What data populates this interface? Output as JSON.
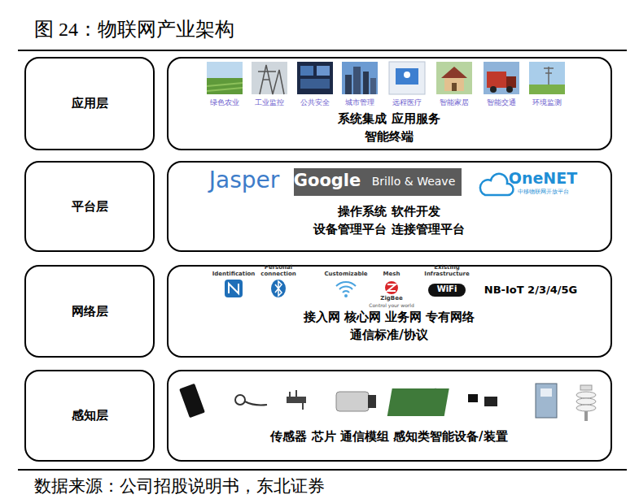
{
  "diagram": {
    "title": "图 24：物联网产业架构",
    "caption": "数据来源：公司招股说明书，东北证券",
    "nodes": [
      {
        "text": [
          "应用层"
        ]
      },
      {
        "text": [
          "绿色农业",
          "工业监控",
          "公共安全",
          "城市管理",
          "远程医疗",
          "智能家居",
          "智能交通",
          "环境监测",
          "系统集成 应用服务",
          "智能终端"
        ]
      },
      {
        "text": [
          "平台层"
        ]
      },
      {
        "text": [
          "Jasper",
          "Google",
          "Brillo & Weave",
          "OneNET",
          "中移物联网开放平台",
          "操作系统 软件开发",
          "设备管理平台 连接管理平台"
        ]
      },
      {
        "text": [
          "网络层"
        ]
      },
      {
        "text": [
          "Identification",
          "Personal connection",
          "Customizable",
          "Mesh",
          "ZigBee",
          "Control your world",
          "Existing Infrastructure",
          "WiFi",
          "NB-IoT 2/3/4/5G",
          "接入网 核心网 业务网 专有网络",
          "通信标准/协议"
        ]
      },
      {
        "text": [
          "感知层"
        ]
      },
      {
        "text": [
          "传感器 芯片 通信模组 感知类智能设备/装置"
        ]
      }
    ]
  }
}
